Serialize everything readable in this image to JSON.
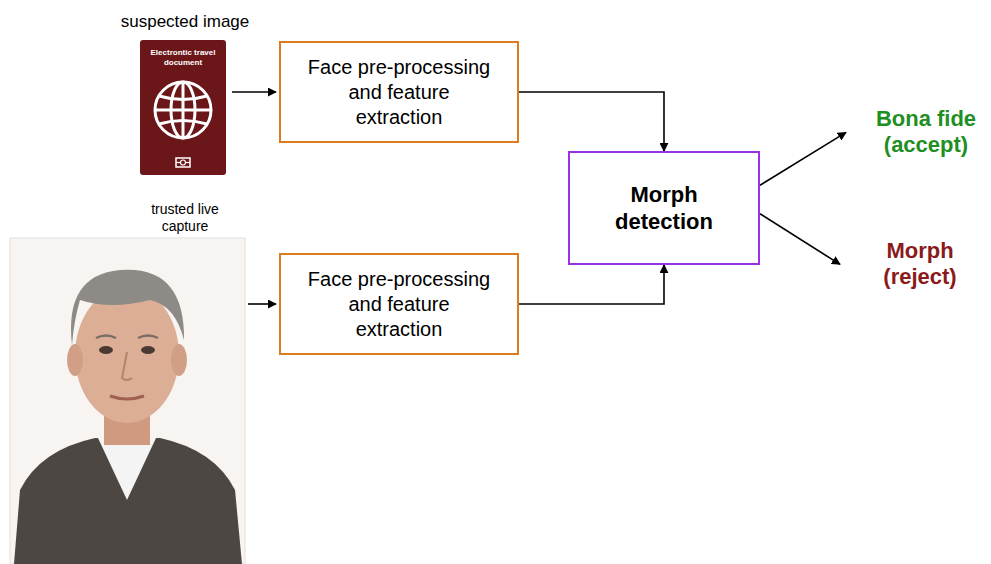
{
  "diagram": {
    "nodes": [
      {
        "text": [
          "Face pre-processing and feature extraction"
        ]
      },
      {
        "text": [
          "Face pre-processing and feature extraction"
        ]
      },
      {
        "text": [
          "Morph detection"
        ]
      }
    ],
    "edges": [
      {
        "from": 0,
        "to": 2,
        "arrow": "to"
      },
      {
        "from": 1,
        "to": 2,
        "arrow": "to"
      }
    ],
    "labels": [
      "suspected image",
      "Electrontic travel document",
      "trusted live capture",
      "Bona fide (accept)",
      "Morph (reject)"
    ]
  }
}
